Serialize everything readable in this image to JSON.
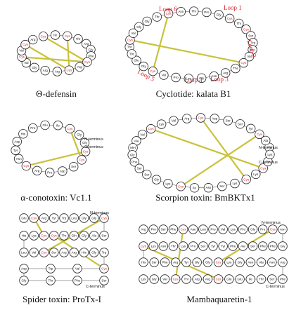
{
  "colors": {
    "disulfide": "#c9c23a",
    "cys_text": "#d9242b",
    "text": "#111111",
    "pro_text": "#c050c0"
  },
  "panels": [
    {
      "id": "theta-defensin",
      "caption": "Θ-defensin",
      "terminus_labels": [],
      "loop_labels": [],
      "residues": [
        "Cys",
        "Ile",
        "Cys",
        "Thr",
        "Arg",
        "Gly",
        "Phe",
        "Cys",
        "Arg",
        "Cys",
        "Arg",
        "Arg",
        "Gly",
        "Val",
        "Cys",
        "Val",
        "Cys",
        "Arg"
      ],
      "bonds": [
        [
          0,
          7
        ],
        [
          2,
          9
        ],
        [
          7,
          14
        ],
        [
          9,
          16
        ]
      ]
    },
    {
      "id": "kalata-b1",
      "caption": "Cyclotide: kalata B1",
      "terminus_labels": [],
      "loop_labels": [
        "Loop 1",
        "Loop 2",
        "Loop 3",
        "Loop 4",
        "Loop 5",
        "Loop 6"
      ],
      "residues": [
        "Thr",
        "Cys",
        "Val",
        "Gly",
        "Gly",
        "Thr",
        "Cys",
        "Asn",
        "Thr",
        "Pro",
        "Gly",
        "Cys",
        "Thr",
        "Cys",
        "Ser",
        "Trp",
        "Pro",
        "Val",
        "Cys",
        "Thr",
        "Arg",
        "Asn",
        "Gly",
        "Leu",
        "Pro",
        "Val",
        "Cys",
        "Gly",
        "Glu",
        "Thr"
      ],
      "bonds": [
        [
          1,
          18
        ],
        [
          6,
          26
        ],
        [
          11,
          13
        ]
      ]
    },
    {
      "id": "vc11",
      "caption": "α-conotoxin: Vc1.1",
      "terminus_labels": [
        "N-terminus",
        "C-terminus"
      ],
      "loop_labels": [],
      "residues": [
        "Gly",
        "Cys",
        "Cys",
        "Ser",
        "Asp",
        "Pro",
        "Arg",
        "Cys",
        "Asn",
        "Tyr",
        "Asp",
        "His",
        "Pro",
        "Glu",
        "Ile",
        "Cys",
        "Gly"
      ],
      "bonds": [
        [
          1,
          7
        ],
        [
          2,
          15
        ]
      ]
    },
    {
      "id": "bmbktx1",
      "caption": "Scorpion toxin: BmBKTx1",
      "terminus_labels": [
        "N-terminus",
        "C-terminus"
      ],
      "loop_labels": [],
      "residues": [
        "Ala",
        "Ala",
        "Cys",
        "Tyr",
        "Ser",
        "Ser",
        "Asp",
        "Cys",
        "Arg",
        "Val",
        "Lys",
        "Cys",
        "Val",
        "Ala",
        "Met",
        "Gly",
        "Phe",
        "Ser",
        "Ser",
        "Gly",
        "Lys",
        "Cys",
        "Ile",
        "Asn",
        "Ser",
        "Lys",
        "Cys",
        "Lys",
        "Cys",
        "Tyr",
        "Lys"
      ],
      "bonds": [
        [
          2,
          21
        ],
        [
          7,
          26
        ],
        [
          11,
          28
        ]
      ]
    },
    {
      "id": "protx1",
      "caption": "Spider toxin: ProTx-I",
      "terminus_labels": [
        "N-terminus",
        "C-terminus"
      ],
      "loop_labels": [],
      "residues": [
        "Glu",
        "Cys",
        "Arg",
        "Tyr",
        "Trp",
        "Leu",
        "Gly",
        "Gly",
        "Cys",
        "Ser",
        "Ala",
        "Gly",
        "Gln",
        "Thr",
        "Cys",
        "Cys",
        "Lys",
        "His",
        "Leu",
        "Val",
        "Cys",
        "Ser",
        "Arg",
        "Arg",
        "His",
        "Gly",
        "Trp",
        "Cys",
        "Val",
        "Trp",
        "Asp",
        "Gly",
        "Thr",
        "Phe",
        "Ser"
      ],
      "bonds": [
        [
          1,
          15
        ],
        [
          8,
          20
        ],
        [
          14,
          27
        ]
      ]
    },
    {
      "id": "mambaquaretin",
      "caption": "Mambaquaretin-1",
      "terminus_labels": [
        "N-terminus",
        "C-terminus"
      ],
      "loop_labels": [],
      "residues": [
        "Arg",
        "Pro",
        "Ser",
        "Phe",
        "Cys",
        "Asn",
        "Leu",
        "Pro",
        "Val",
        "Lys",
        "Pro",
        "Gly",
        "Pro",
        "Cys",
        "Asn",
        "Gly",
        "Phe",
        "Phe",
        "Ser",
        "Ala",
        "Phe",
        "Tyr",
        "Tyr",
        "Ser",
        "Pro",
        "Lys",
        "Thr",
        "Asn",
        "Lys",
        "Cys",
        "His",
        "Ser",
        "Phe",
        "Arg",
        "Tyr",
        "Gly",
        "Gly",
        "Cys",
        "Lys",
        "Gly",
        "Asn",
        "Ala",
        "Asn",
        "Arg",
        "Phe",
        "Ser",
        "Thr",
        "Ile",
        "Glu",
        "Glu",
        "Cys",
        "Arg",
        "Arg",
        "Thr",
        "Cys",
        "Val",
        "Gly",
        "Lys"
      ],
      "bonds": [
        [
          4,
          54
        ],
        [
          13,
          37
        ],
        [
          29,
          50
        ]
      ]
    }
  ]
}
